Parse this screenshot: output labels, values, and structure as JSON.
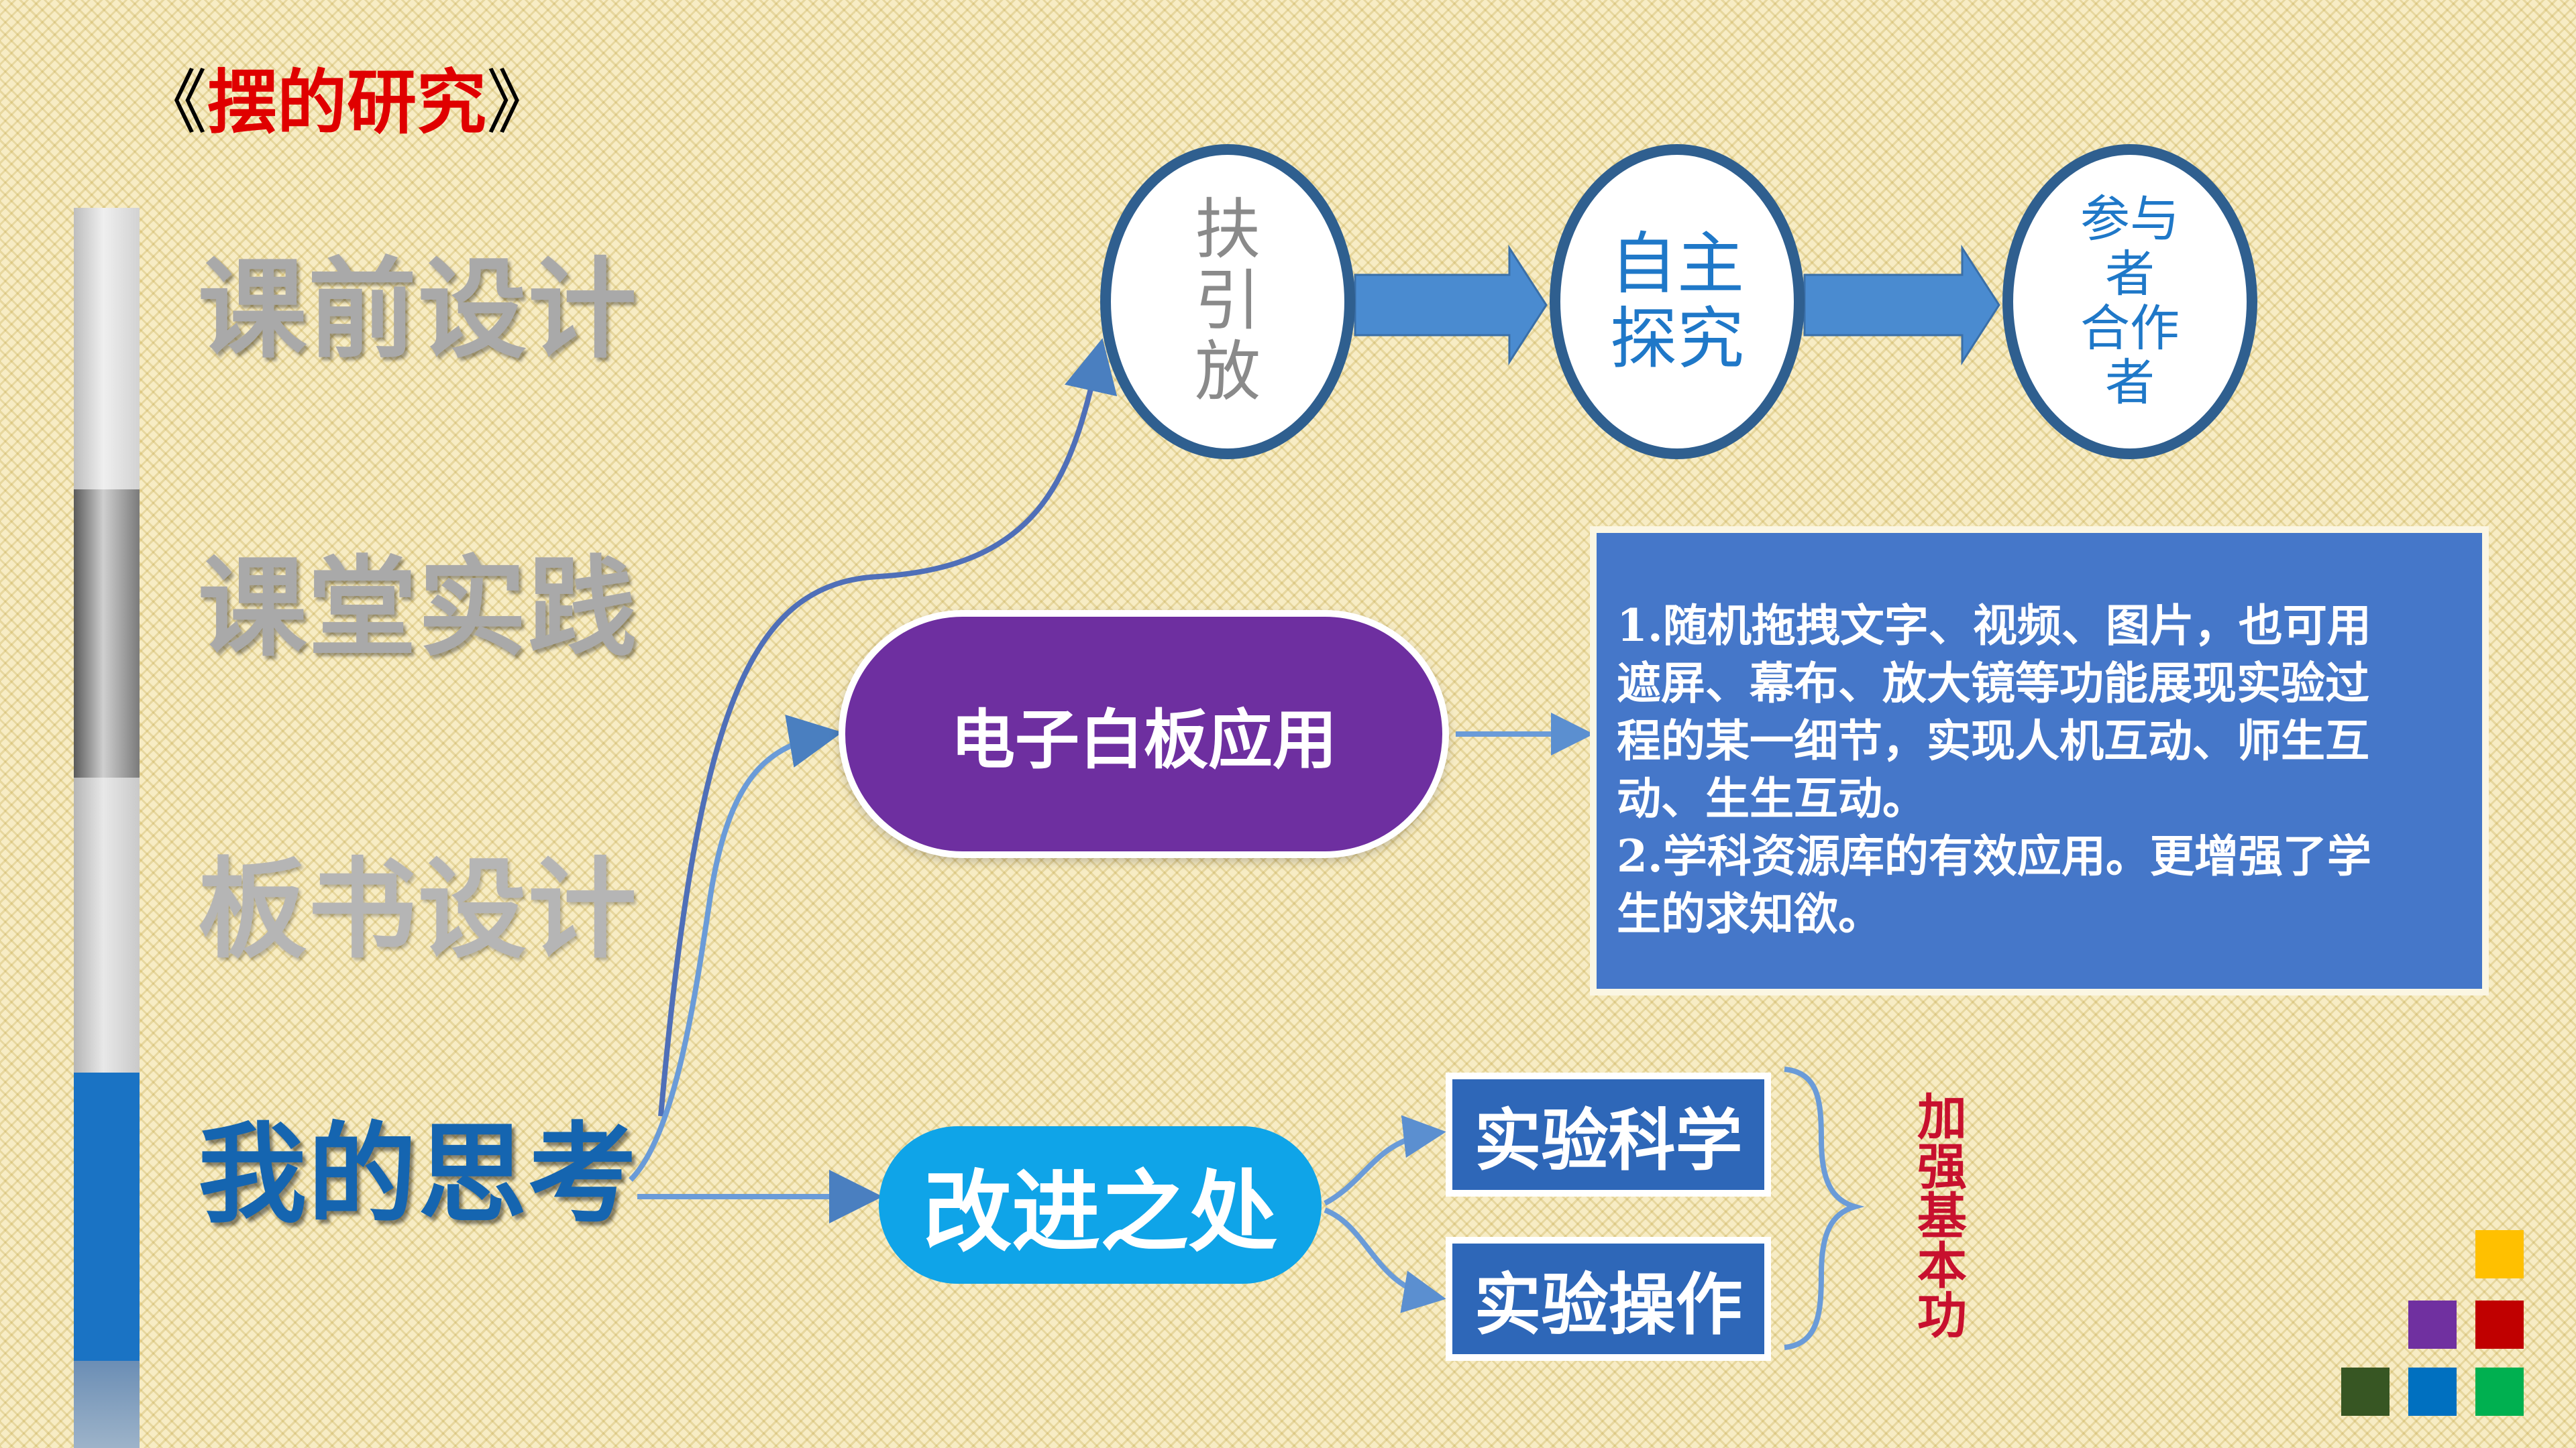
{
  "title": {
    "open": "《",
    "text": "摆的研究",
    "close": "》"
  },
  "sidebar": {
    "items": [
      {
        "label": "课前设计"
      },
      {
        "label": "课堂实践"
      },
      {
        "label": "板书设计"
      },
      {
        "label": "我的思考"
      }
    ]
  },
  "flow": {
    "nodes": [
      {
        "lines": [
          "扶",
          "引",
          "放"
        ]
      },
      {
        "lines": [
          "自主",
          "探究"
        ]
      },
      {
        "lines": [
          "参与",
          "者",
          "合作",
          "者"
        ]
      }
    ]
  },
  "whiteboard": {
    "label": "电子白板应用"
  },
  "info": {
    "lines": [
      "1.随机拖拽文字、视频、图片，也可用",
      "遮屏、幕布、放大镜等功能展现实验过",
      "程的某一细节，实现人机互动、师生互",
      "动、生生互动。",
      "2.学科资源库的有效应用。更增强了学",
      "生的求知欲。"
    ]
  },
  "improve": {
    "label": "改进之处"
  },
  "tags": [
    {
      "label": "实验科学"
    },
    {
      "label": "实验操作"
    }
  ],
  "vertical_label": {
    "chars": [
      "加",
      "强",
      "基",
      "本",
      "功"
    ]
  },
  "colors": {
    "purple": "#6e2fa0",
    "blue_box": "#4577c9",
    "cyan": "#0fa4e8",
    "tag_blue": "#2e67b8",
    "squares": [
      "#ffc000",
      "#7030a0",
      "#c00000",
      "#375623",
      "#0070c0",
      "#00b050"
    ]
  }
}
